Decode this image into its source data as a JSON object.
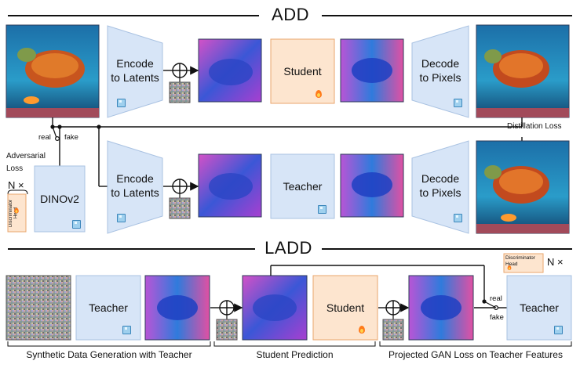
{
  "titles": {
    "add": "ADD",
    "ladd": "LADD"
  },
  "add": {
    "encode_label": "Encode\nto Latents",
    "student_label": "Student",
    "decode_label": "Decode\nto Pixels",
    "teacher_label": "Teacher",
    "dino_label": "DINOv2",
    "distillation_loss": "Distillation Loss",
    "adversarial_loss": "Adversarial\nLoss",
    "real": "real",
    "fake": "fake",
    "n_times": "N ×",
    "disc_head": "Discriminator\nHead"
  },
  "ladd": {
    "teacher_label": "Teacher",
    "student_label": "Student",
    "disc_head": "Discriminator\nHead",
    "n_times": "N ×",
    "real": "real",
    "fake": "fake",
    "captions": [
      "Synthetic Data Generation with Teacher",
      "Student Prediction",
      "Projected GAN Loss on Teacher Features"
    ]
  },
  "colors": {
    "frozen_blue": "#d7e5f7",
    "trainable_orange": "#fde5cf",
    "line": "#111111"
  },
  "icons": [
    "ice-icon",
    "flame-icon",
    "plus-circle-icon"
  ]
}
